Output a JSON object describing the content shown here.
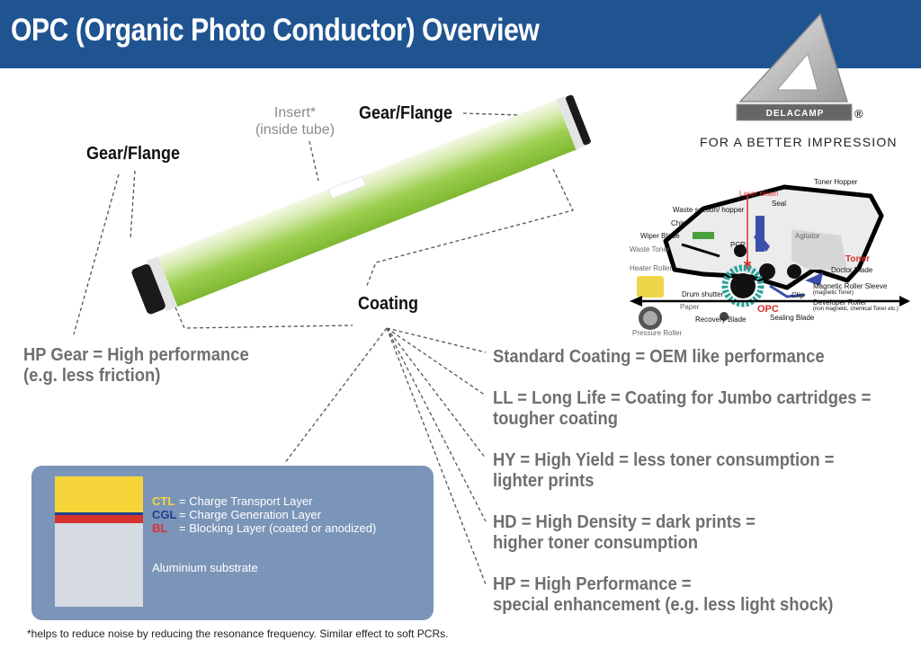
{
  "header": {
    "title": "OPC (Organic Photo Conductor) Overview"
  },
  "labels": {
    "gear_right": "Gear/Flange",
    "gear_left": "Gear/Flange",
    "insert_line1": "Insert*",
    "insert_line2": "(inside tube)",
    "coating": "Coating"
  },
  "hp_gear": {
    "line1": "HP Gear = High performance",
    "line2": "(e.g. less friction)"
  },
  "coatings": [
    {
      "line1": "Standard Coating = OEM like performance",
      "line2": ""
    },
    {
      "line1": "LL = Long Life = Coating for Jumbo cartridges =",
      "line2": "tougher coating"
    },
    {
      "line1": "HY = High Yield = less toner consumption =",
      "line2": "lighter prints"
    },
    {
      "line1": "HD = High Density = dark prints =",
      "line2": "higher toner consumption"
    },
    {
      "line1": "HP = High Performance =",
      "line2": "special enhancement (e.g. less light shock)"
    }
  ],
  "layers": [
    {
      "abbr": "CTL",
      "desc": "= Charge Transport Layer",
      "color": "#f6d53a"
    },
    {
      "abbr": "CGL",
      "desc": "= Charge Generation Layer",
      "color": "#1f3f8c"
    },
    {
      "abbr": "BL",
      "desc": "= Blocking Layer (coated or anodized)",
      "color": "#d8322f"
    }
  ],
  "substrate": "Aluminium substrate",
  "footnote": "*helps to reduce noise by reducing the resonance frequency. Similar effect to soft PCRs.",
  "brand": {
    "logo": "DELACAMP",
    "registered": "®",
    "tagline": "FOR A BETTER IMPRESSION"
  },
  "cartridge_diagram": {
    "toner_hopper": "Toner Hopper",
    "laser_beam": "Laser Beam",
    "seal": "Seal",
    "waste_section": "Waste section/ hopper",
    "chip": "Chip",
    "wiper_blade": "Wiper Blade",
    "waste_toner": "Waste Toner",
    "pcr": "PCR",
    "agitator": "Agitator",
    "toner": "Toner",
    "heater_roller": "Heater Roller",
    "doctor_blade": "Doctor Blade",
    "mag_sleeve": "Magnetic Roller Sleeve",
    "mag_sleeve_sub": "(magnetic Toner)",
    "drum_shutter": "Drum shutter",
    "clip": "Clip",
    "developer_roller": "Developer Roller",
    "developer_sub": "(non magnetic, chemical Toner etc.)",
    "paper": "Paper",
    "opc": "OPC",
    "recovery_blade": "Recovery Blade",
    "sealing_blade": "Sealing Blade",
    "pressure_roller": "Pressure Roller"
  },
  "colors": {
    "header": "#1f5491",
    "drum": "#8cc63f",
    "grey_text": "#6f6f6f",
    "panel": "#7b95b8",
    "toner_red": "#d8322f",
    "opc_teal": "#2aa198"
  }
}
